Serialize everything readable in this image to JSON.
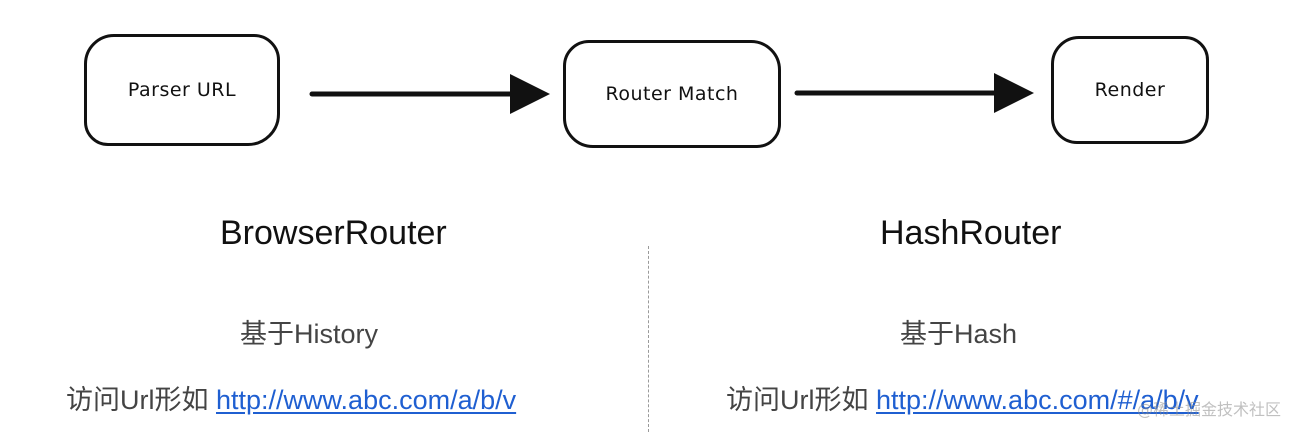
{
  "flow": {
    "nodes": [
      {
        "id": "parser",
        "label": "Parser URL"
      },
      {
        "id": "match",
        "label": "Router Match"
      },
      {
        "id": "render",
        "label": "Render"
      }
    ],
    "edges": [
      {
        "from": "parser",
        "to": "match"
      },
      {
        "from": "match",
        "to": "render"
      }
    ]
  },
  "left": {
    "title": "BrowserRouter",
    "based_on": "基于History",
    "url_prefix": "访问Url形如 ",
    "url": "http://www.abc.com/a/b/v"
  },
  "right": {
    "title": "HashRouter",
    "based_on": "基于Hash",
    "url_prefix": "访问Url形如 ",
    "url": "http://www.abc.com/#/a/b/v"
  },
  "watermark": "@稀土掘金技术社区",
  "colors": {
    "stroke": "#111111",
    "link": "#1f5fd1",
    "text": "#444444",
    "divider": "#9a9a9a"
  }
}
